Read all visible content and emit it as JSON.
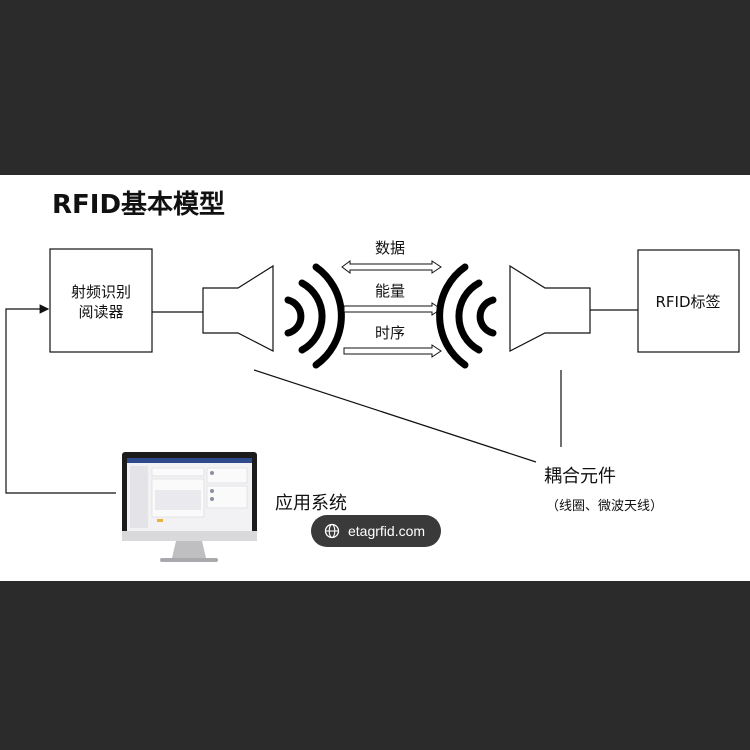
{
  "title": "RFID基本模型",
  "reader": {
    "line1": "射频识别",
    "line2": "阅读器"
  },
  "tag": {
    "label": "RFID标签"
  },
  "arrows": {
    "data": "数据",
    "energy": "能量",
    "timing": "时序"
  },
  "coupling": {
    "label": "耦合元件",
    "sub": "（线圈、微波天线）"
  },
  "app": {
    "label": "应用系统"
  },
  "watermark": {
    "text": "etagrfid.com",
    "icon": "globe-icon"
  },
  "colors": {
    "background": "#2b2b2b",
    "panel": "#ffffff",
    "ink": "#111111"
  }
}
